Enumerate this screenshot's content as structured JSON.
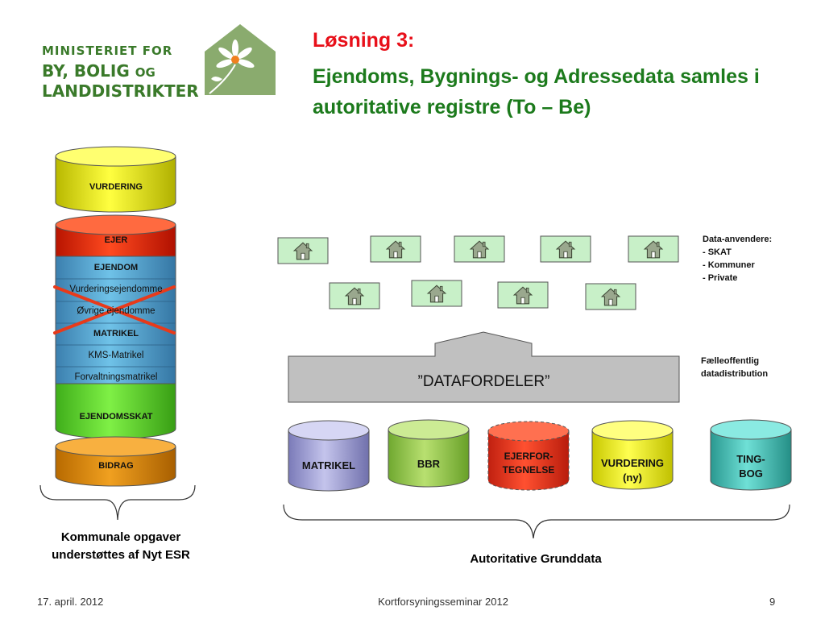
{
  "logo": {
    "line1": "MINISTERIET FOR",
    "line2": "BY, BOLIG",
    "line2_og": "OG",
    "line3": "LANDDISTRIKTER",
    "icon": "daisy-house-icon",
    "color": "#3a7a2a"
  },
  "title": {
    "line1": "Løsning 3:",
    "line2": "Ejendoms, Bygnings- og Adressedata samles i autoritative registre (To – Be)"
  },
  "left_stack": {
    "vurdering": "VURDERING",
    "ejer": "EJER",
    "ejendom": "EJENDOM",
    "vurderingsejendomme": "Vurderingsejendomme",
    "ovrige": "Øvrige ejendomme",
    "matrikel": "MATRIKEL",
    "kms_matrikel": "KMS-Matrikel",
    "forvaltningsmatrikel": "Forvaltningsmatrikel",
    "ejendomsskat": "EJENDOMSSKAT",
    "bidrag": "BIDRAG",
    "caption": "Kommunale opgaver understøttes af Nyt ESR"
  },
  "data_users": {
    "heading": "Data-anvendere:",
    "items": [
      "- SKAT",
      "- Kommuner",
      "- Private"
    ],
    "house_count_row1": 5,
    "house_count_row2": 4
  },
  "datafordeler": {
    "label": "”DATAFORDELER”",
    "note_line1": "Fælleoffentlig",
    "note_line2": "datadistribution"
  },
  "registers": [
    {
      "line1": "MATRIKEL",
      "line2": "",
      "color": "#a8a8d8"
    },
    {
      "line1": "BBR",
      "line2": "",
      "color": "#9ccc55"
    },
    {
      "line1": "EJERFOR-",
      "line2": "TEGNELSE",
      "color": "#e23a1a"
    },
    {
      "line1": "VURDERING",
      "line2": "(ny)",
      "color": "#f0f020"
    },
    {
      "line1": "TING-",
      "line2": "BOG",
      "color": "#2ab8b0"
    }
  ],
  "right_caption": "Autoritative Grunddata",
  "footer": {
    "date": "17. april. 2012",
    "event": "Kortforsyningsseminar 2012",
    "page": "9"
  }
}
